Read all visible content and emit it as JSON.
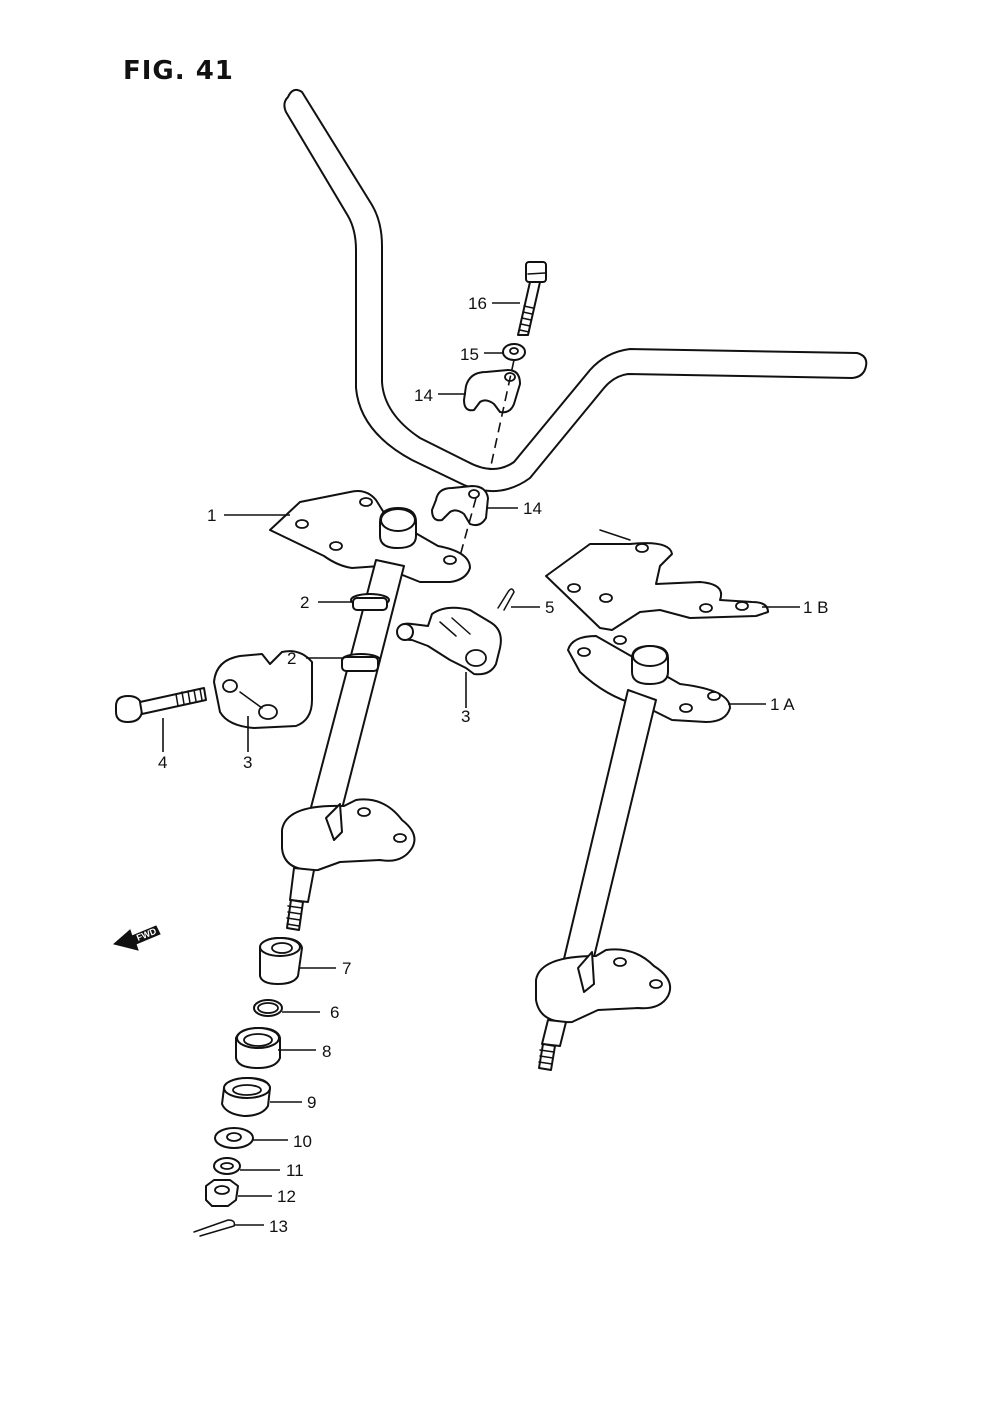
{
  "figure": {
    "title": "FIG. 41"
  },
  "fwd_label": "FWD",
  "callouts": [
    {
      "id": "c1",
      "text": "1"
    },
    {
      "id": "c1a",
      "text": "1 A"
    },
    {
      "id": "c1b",
      "text": "1 B"
    },
    {
      "id": "c2a",
      "text": "2"
    },
    {
      "id": "c2b",
      "text": "2"
    },
    {
      "id": "c3a",
      "text": "3"
    },
    {
      "id": "c3b",
      "text": "3"
    },
    {
      "id": "c4",
      "text": "4"
    },
    {
      "id": "c5",
      "text": "5"
    },
    {
      "id": "c6",
      "text": "6"
    },
    {
      "id": "c7",
      "text": "7"
    },
    {
      "id": "c8",
      "text": "8"
    },
    {
      "id": "c9",
      "text": "9"
    },
    {
      "id": "c10",
      "text": "10"
    },
    {
      "id": "c11",
      "text": "11"
    },
    {
      "id": "c12",
      "text": "12"
    },
    {
      "id": "c13",
      "text": "13"
    },
    {
      "id": "c14a",
      "text": "14"
    },
    {
      "id": "c14b",
      "text": "14"
    },
    {
      "id": "c15",
      "text": "15"
    },
    {
      "id": "c16",
      "text": "16"
    }
  ]
}
